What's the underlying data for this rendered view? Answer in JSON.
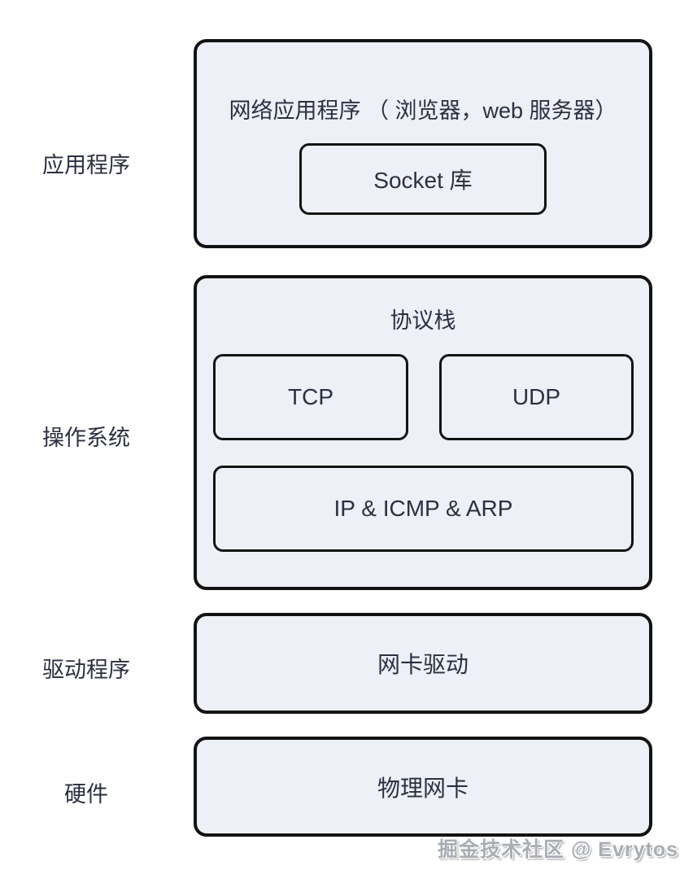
{
  "colors": {
    "background": "#ffffff",
    "box_fill": "#eef0f8",
    "border": "#131313",
    "text": "#2b3040",
    "watermark_text": "#a9adb3"
  },
  "side_labels": [
    {
      "id": "application",
      "label": "应用程序"
    },
    {
      "id": "os",
      "label": "操作系统"
    },
    {
      "id": "driver",
      "label": "驱动程序"
    },
    {
      "id": "hardware",
      "label": "硬件"
    }
  ],
  "application_layer": {
    "title": "网络应用程序 （ 浏览器，web 服务器）",
    "socket": "Socket 库"
  },
  "os_layer": {
    "title": "协议栈",
    "tcp": "TCP",
    "udp": "UDP",
    "ip": "IP  & ICMP & ARP"
  },
  "driver_layer": {
    "label": "网卡驱动"
  },
  "hardware_layer": {
    "label": "物理网卡"
  },
  "watermark": {
    "text": "掘金技术社区 @ Evrytos"
  }
}
